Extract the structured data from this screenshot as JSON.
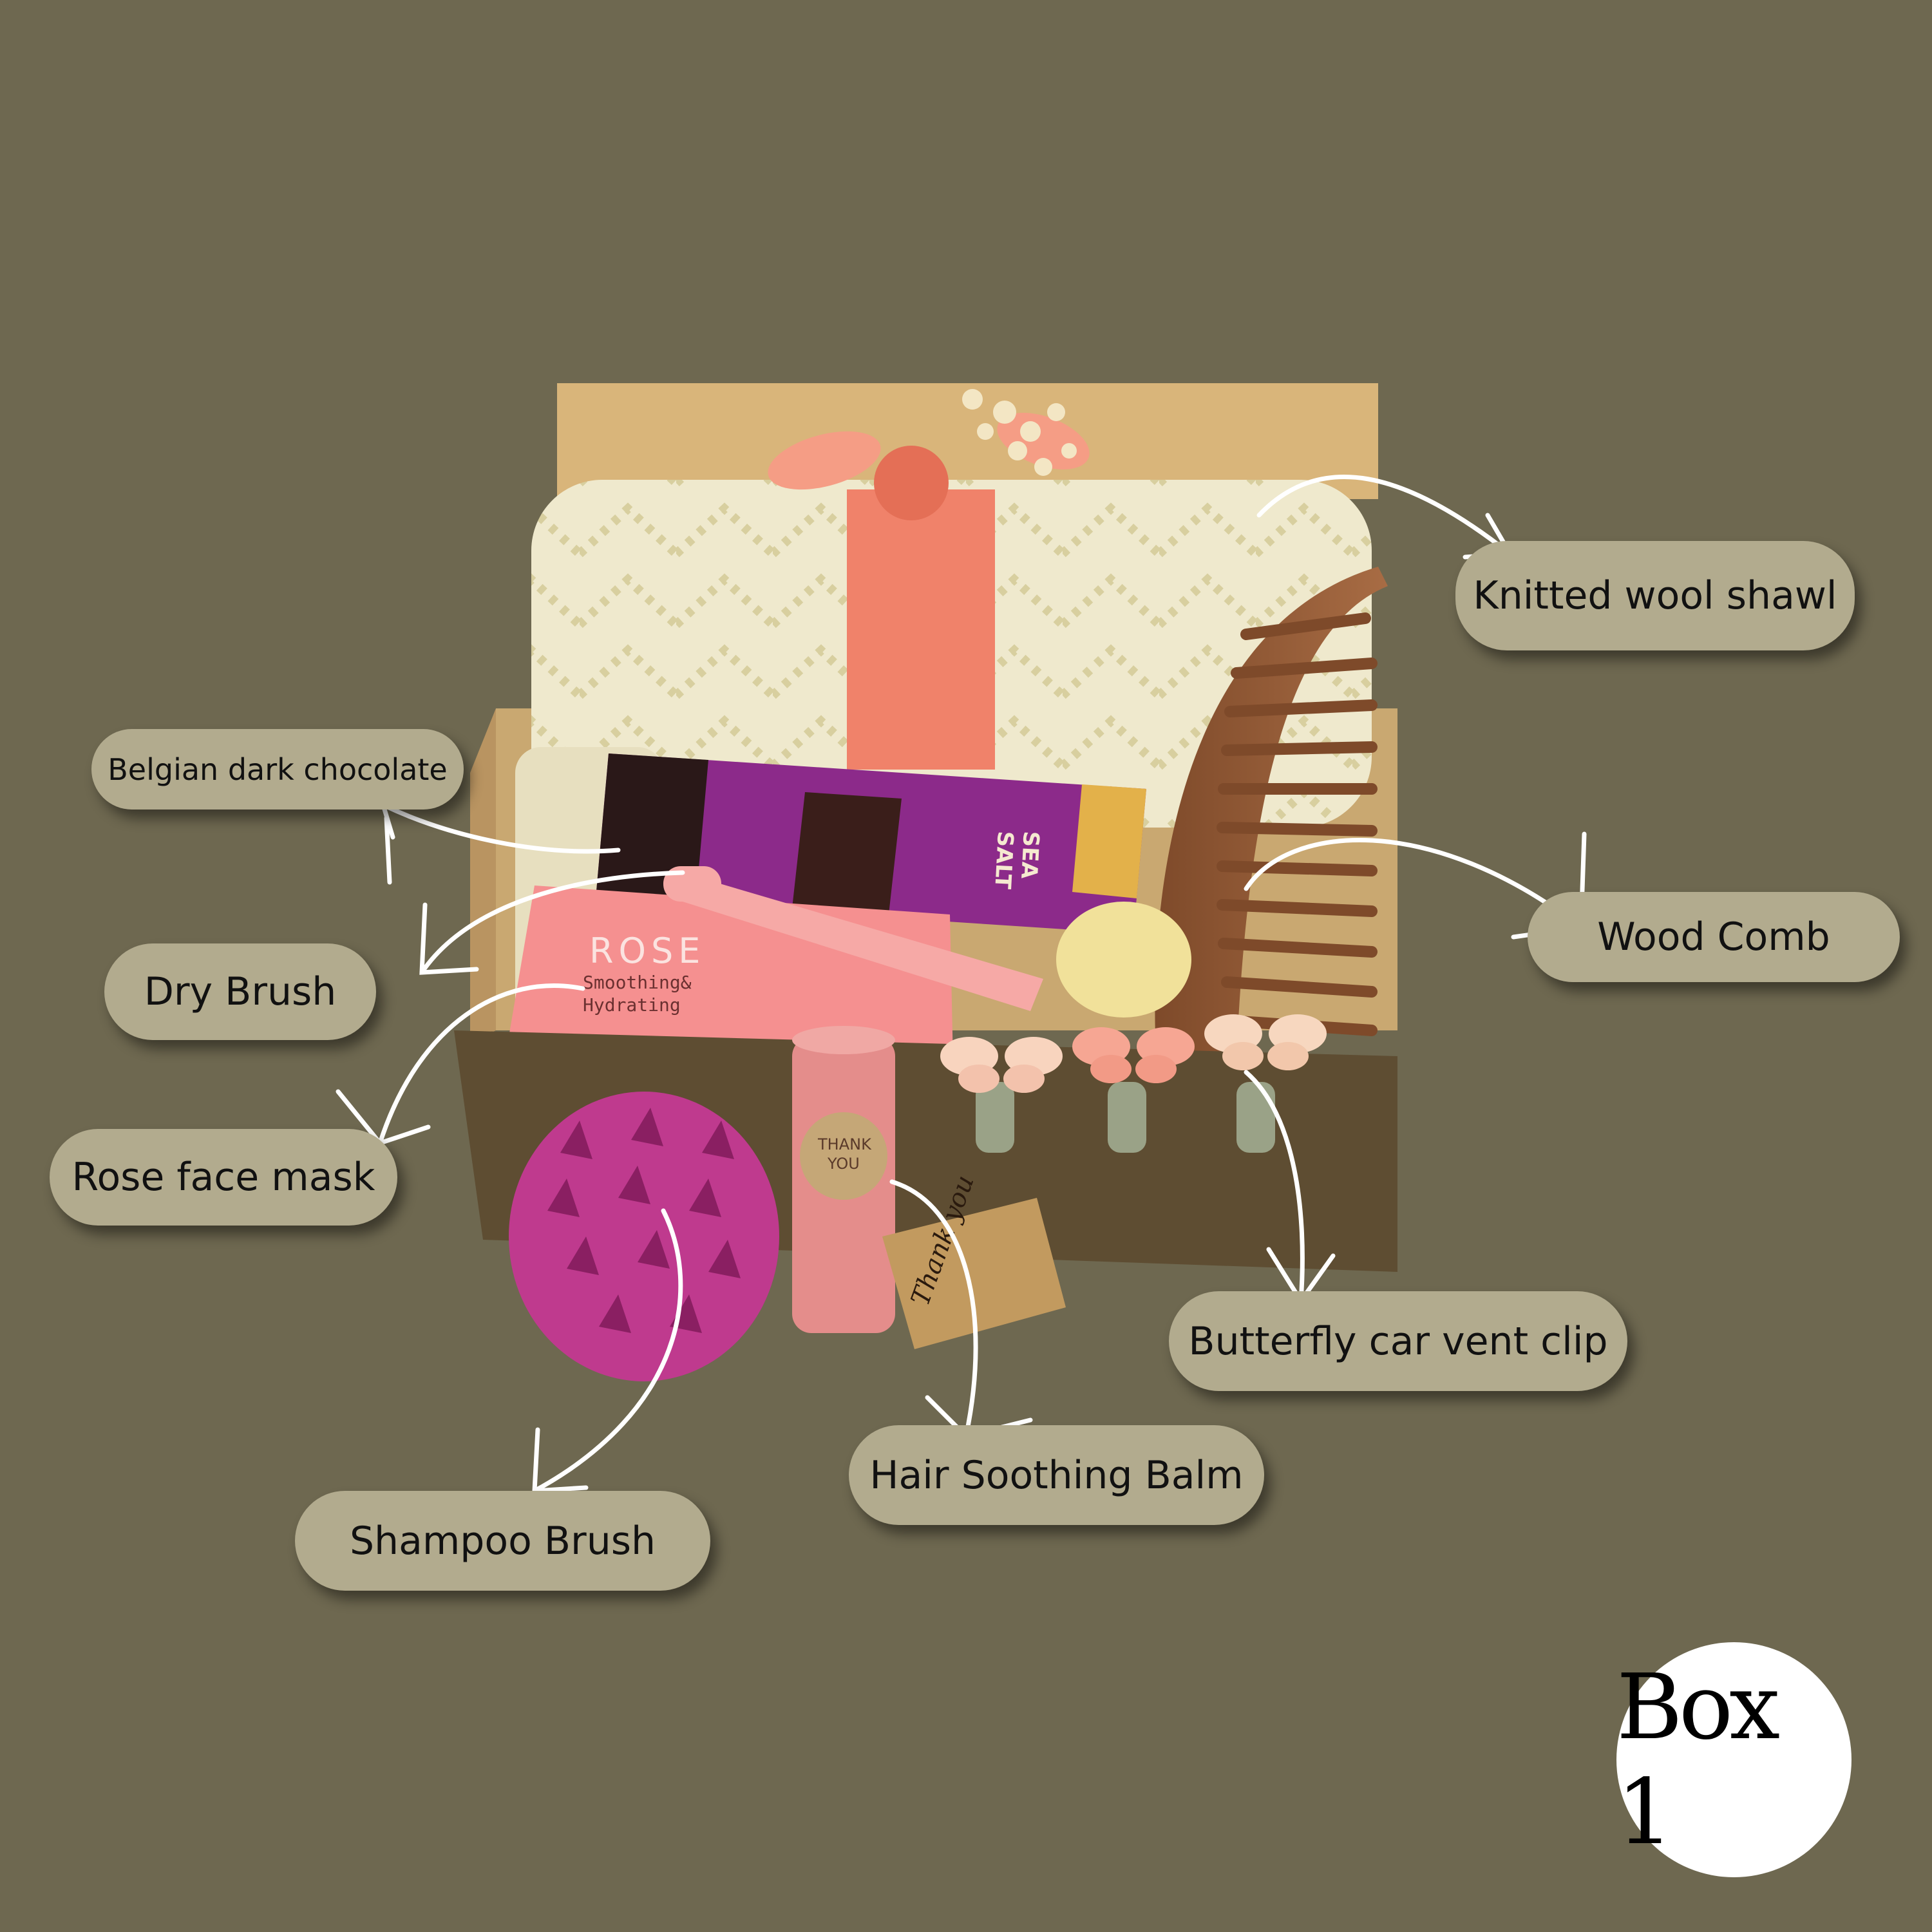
{
  "scene": {
    "background": "#6e6850",
    "label_fill": "#b2ab8e",
    "subject": "gift-box-with-self-care-items"
  },
  "labels": {
    "wool_shawl": "Knitted wool shawl",
    "chocolate": "Belgian dark chocolate",
    "wood_comb": "Wood Comb",
    "dry_brush": "Dry Brush",
    "rose_mask": "Rose face mask",
    "vent_clip": "Butterfly car vent clip",
    "balm": "Hair Soothing Balm",
    "shampoo_brush": "Shampoo Brush"
  },
  "product_text": {
    "mask_title": "ROSE",
    "mask_sub_1": "Smoothing&",
    "mask_sub_2": "Hydrating",
    "chocolate_flavor_1": "SEA",
    "chocolate_flavor_2": "SALT",
    "balm_sticker_1": "THANK",
    "balm_sticker_2": "YOU",
    "tag_text": "Thank you"
  },
  "badge": {
    "text": "Box 1"
  }
}
